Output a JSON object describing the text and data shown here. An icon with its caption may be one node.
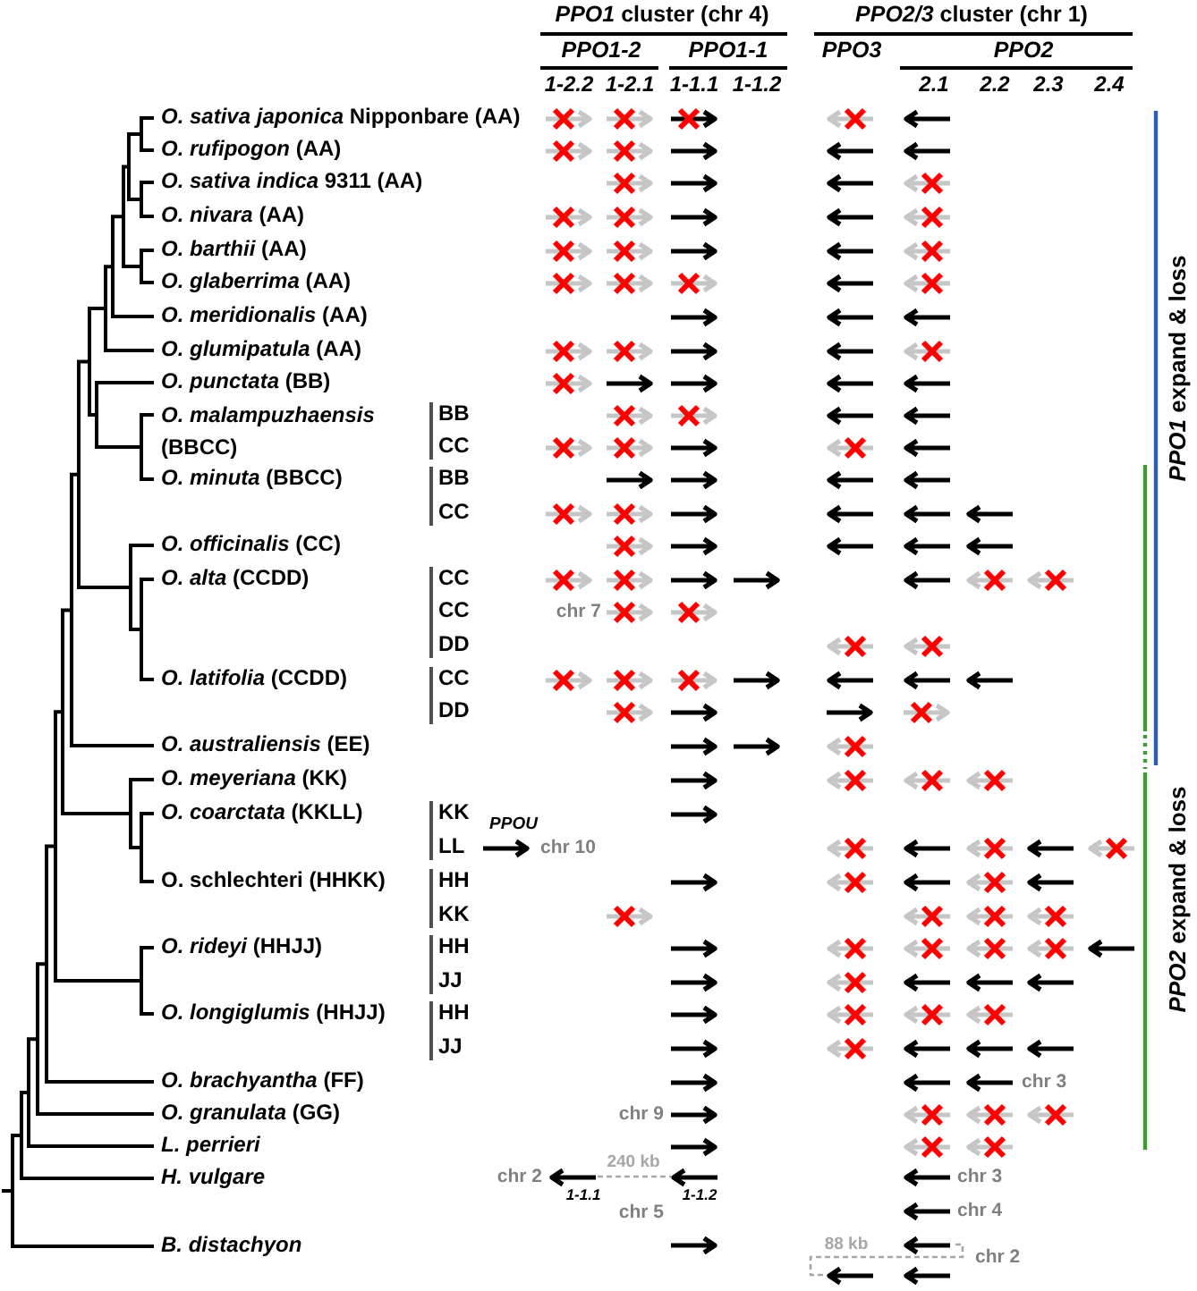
{
  "diagram": {
    "labels": [
      "*PPO1* cluster (chr 4)",
      "*PPO2/3* cluster (chr 1)",
      "PPO1-2",
      "PPO1-1",
      "PPO3",
      "PPO2",
      "1-2.2",
      "1-2.1",
      "1-1.1",
      "1-1.2",
      "2.1",
      "2.2",
      "2.3",
      "2.4",
      "*O. sativa japonica* Nipponbare (AA)",
      "*O. rufipogon* (AA)",
      "*O. sativa indica* 9311 (AA)",
      "*O. nivara* (AA)",
      "*O. barthii* (AA)",
      "*O. glaberrima* (AA)",
      "*O. meridionalis* (AA)",
      "*O. glumipatula* (AA)",
      "*O. punctata* (BB)",
      "*O. malampuzhaensis* (BBCC)",
      "BB",
      "CC",
      "*O. minuta* (BBCC)",
      "BB",
      "CC",
      "*O. officinalis* (CC)",
      "*O. alta* (CCDD)",
      "CC",
      "CC",
      "chr 7",
      "DD",
      "*O. latifolia* (CCDD)",
      "CC",
      "DD",
      "*O. australiensis* (EE)",
      "*O. meyeriana* (KK)",
      "*O. coarctata* (KKLL)",
      "KK",
      "LL",
      "PPOU",
      "chr 10",
      "O. schlechteri (HHKK)",
      "HH",
      "KK",
      "*O. rideyi* (HHJJ)",
      "HH",
      "JJ",
      "*O. longiglumis* (HHJJ)",
      "HH",
      "JJ",
      "*O. brachyantha* (FF)",
      "chr 3",
      "*O. granulata* (GG)",
      "chr 9",
      "L. perrieri",
      "H. vulgare",
      "chr 2",
      "240 kb",
      "chr 3",
      "1-1.1",
      "1-1.2",
      "chr 5",
      "chr 4",
      "B. distachyon",
      "88 kb",
      "chr 2",
      "*PPO1* expand & loss",
      "*PPO2* expand & loss"
    ]
  }
}
